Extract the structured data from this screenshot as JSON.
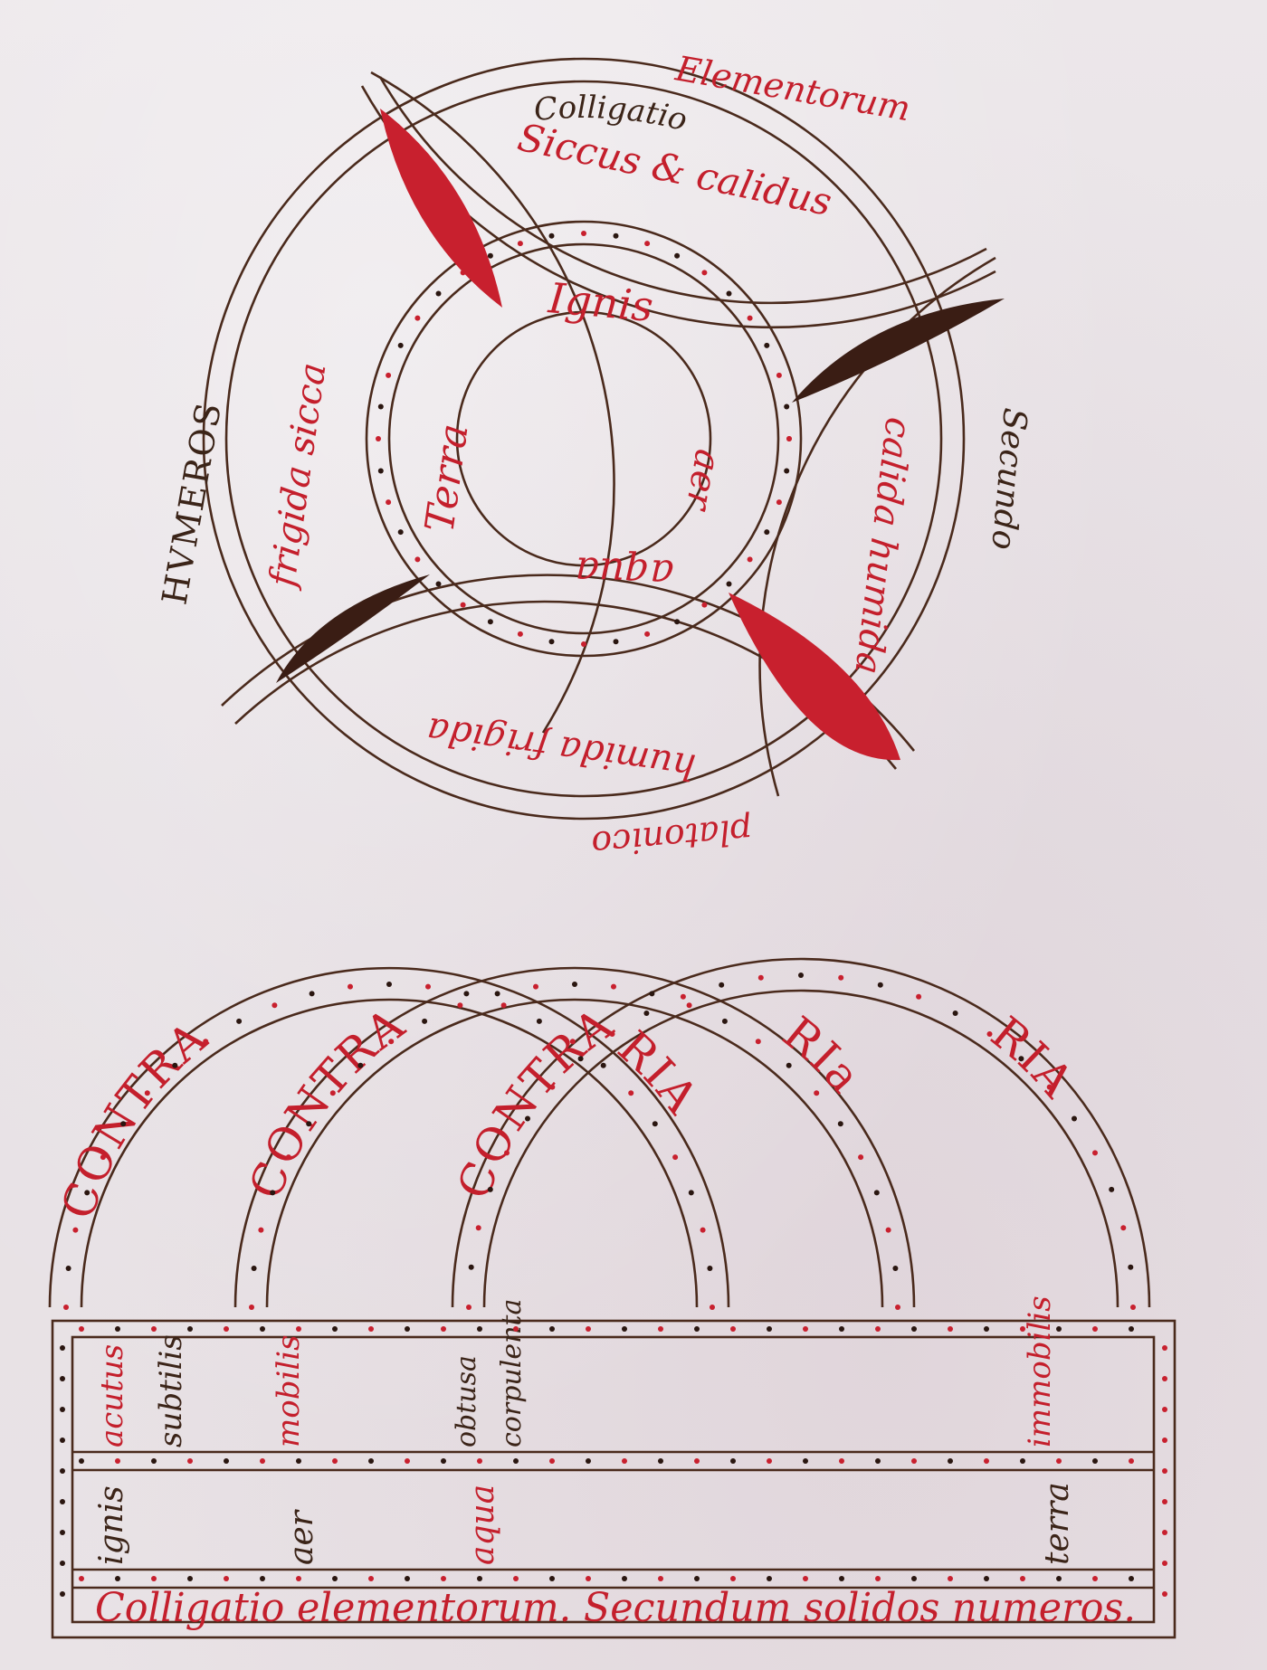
{
  "colors": {
    "ink": "#4a2a1c",
    "red": "#c8202e",
    "dark": "#3a1d14",
    "parchment": "#ebe6e8"
  },
  "upper_diagram": {
    "outer_ring_text": {
      "top_left_dark": "Colligatio",
      "top_red": "Elementorum",
      "left": "HVMEROS",
      "right": "Secundo",
      "bottom": "platonico"
    },
    "sectors": {
      "top": "Siccus & calidus",
      "left": "frigida sicca",
      "right": "calida humida",
      "bottom": "humida frigida"
    },
    "elements": {
      "top": "Ignis",
      "left": "Terra",
      "right": "aer",
      "bottom": "aqua"
    }
  },
  "lower_diagram": {
    "arc_labels": [
      {
        "left": "CONTRA",
        "right": "RIA"
      },
      {
        "left": "CONTRA",
        "right": "RIa"
      },
      {
        "left": "CONTRA",
        "right": "RIA"
      }
    ],
    "properties": [
      "acutus",
      "subtilis",
      "mobilis",
      "obtusa",
      "corpulenta",
      "immobilis"
    ],
    "elements": [
      "ignis",
      "aer",
      "aqua",
      "terra"
    ],
    "caption": "Colligatio elementorum. Secundum solidos numeros."
  }
}
